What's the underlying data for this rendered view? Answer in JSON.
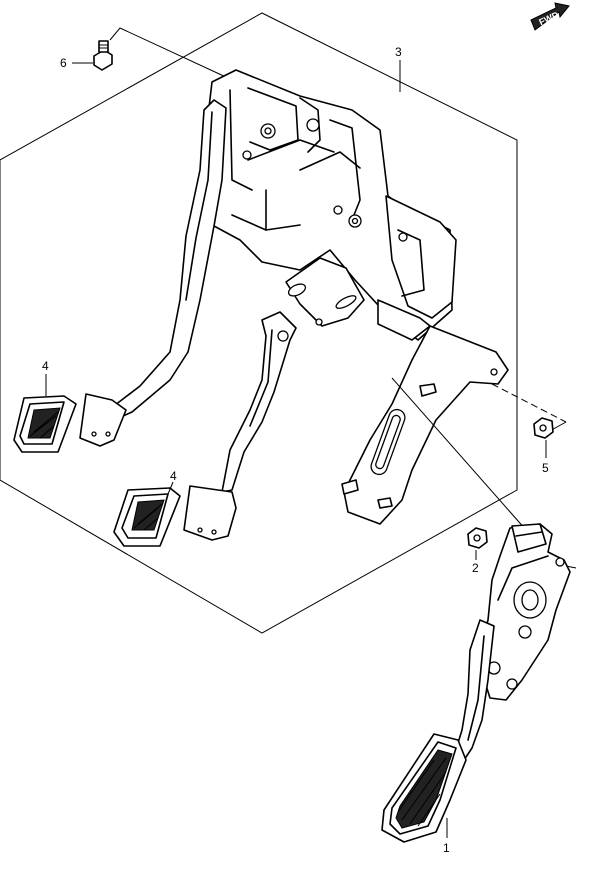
{
  "diagram": {
    "forward_marker": "FWD",
    "callouts": [
      {
        "id": "callout-1",
        "text": "1"
      },
      {
        "id": "callout-2",
        "text": "2"
      },
      {
        "id": "callout-3",
        "text": "3"
      },
      {
        "id": "callout-4a",
        "text": "4"
      },
      {
        "id": "callout-4b",
        "text": "4"
      },
      {
        "id": "callout-5",
        "text": "5"
      },
      {
        "id": "callout-6",
        "text": "6"
      }
    ]
  }
}
